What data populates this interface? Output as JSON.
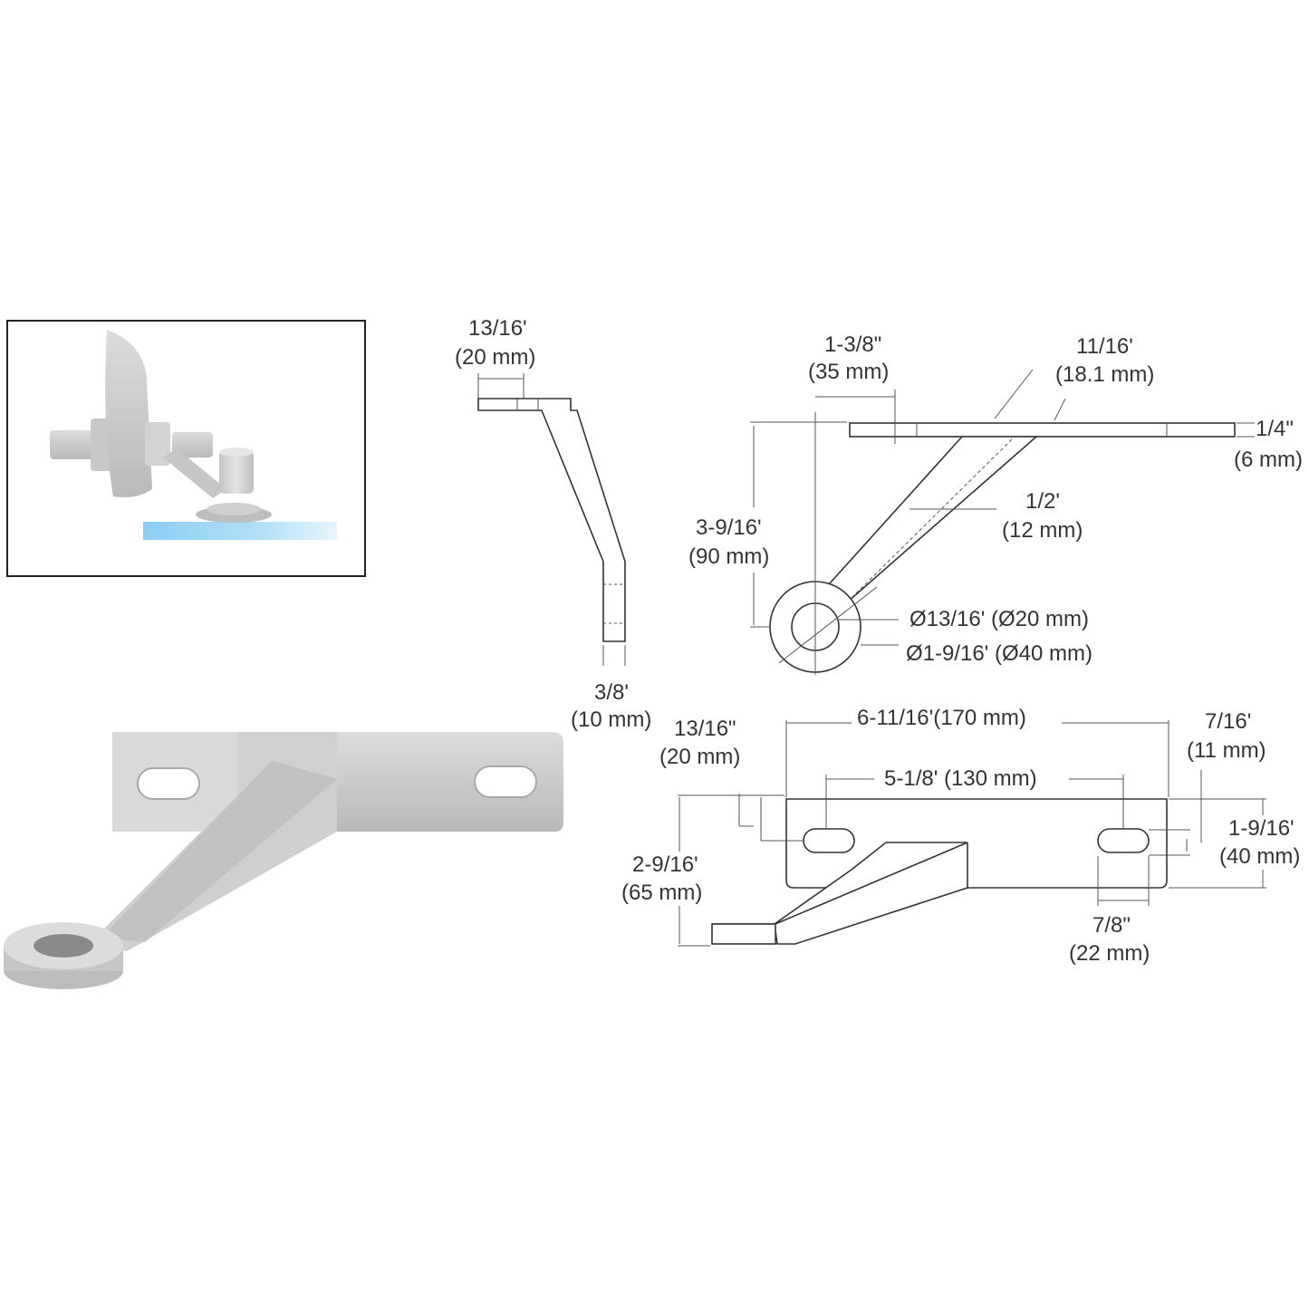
{
  "inset": {
    "title": ""
  },
  "side_view": {
    "top_dim": [
      "13/16'",
      "(20 mm)"
    ],
    "bottom_dim": [
      "3/8'",
      "(10 mm)"
    ]
  },
  "top_view": {
    "offset_dim": [
      "1-3/8\"",
      "(35 mm)"
    ],
    "diag_dim": [
      "11/16'",
      "(18.1 mm)"
    ],
    "plate_thick": [
      "1/4\"",
      "(6 mm)"
    ],
    "height_dim": [
      "3-9/16'",
      "(90 mm)"
    ],
    "arm_width": [
      "1/2'",
      "(12 mm)"
    ],
    "hole_dim": "Ø13/16' (Ø20 mm)",
    "ring_dim": "Ø1-9/16' (Ø40 mm)"
  },
  "front_view": {
    "arm_offset": [
      "13/16\"",
      "(20 mm)"
    ],
    "overall_length": "6-11/16'(170 mm)",
    "slot_spacing": "5-1/8' (130 mm)",
    "edge_dim": [
      "7/16'",
      "(11 mm)"
    ],
    "plate_height": [
      "1-9/16'",
      "(40 mm)"
    ],
    "total_height": [
      "2-9/16'",
      "(65 mm)"
    ],
    "slot_length": [
      "7/8\"",
      "(22 mm)"
    ]
  },
  "colors": {
    "line": "#333333",
    "metal": "#c9c9c9",
    "glass": "#a9dcf6"
  }
}
